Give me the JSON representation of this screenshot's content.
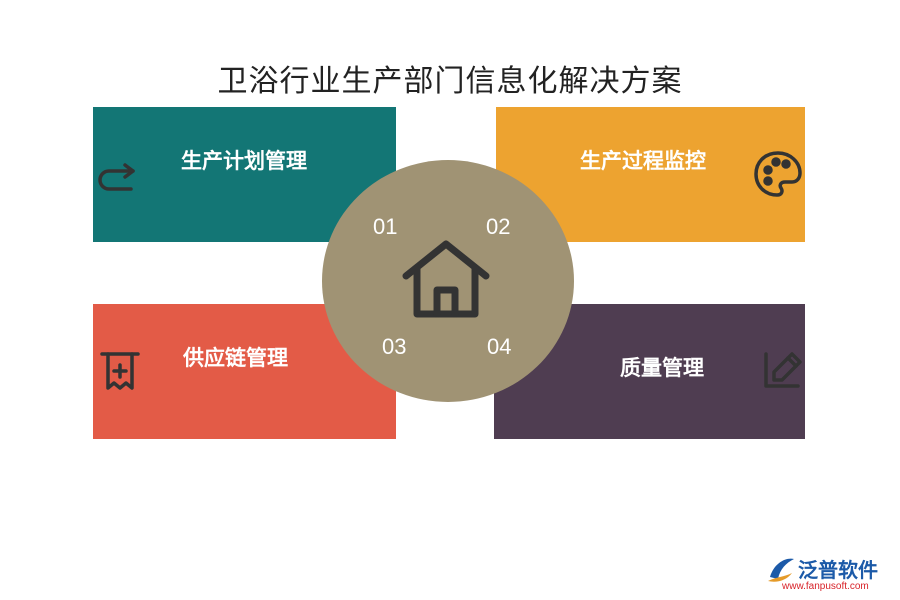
{
  "title": "卫浴行业生产部门信息化解决方案",
  "center": {
    "numbers": [
      "01",
      "02",
      "03",
      "04"
    ],
    "icon": "house-icon",
    "color": "#A09374"
  },
  "panels": [
    {
      "label": "生产计划管理",
      "color": "#137675",
      "icon": "return-arrow-icon"
    },
    {
      "label": "生产过程监控",
      "color": "#EDA330",
      "icon": "palette-icon"
    },
    {
      "label": "供应链管理",
      "color": "#E35B47",
      "icon": "receipt-icon"
    },
    {
      "label": "质量管理",
      "color": "#4F3D51",
      "icon": "edit-pen-icon"
    }
  ],
  "logo": {
    "name": "泛普软件",
    "url": "www.fanpusoft.com"
  }
}
